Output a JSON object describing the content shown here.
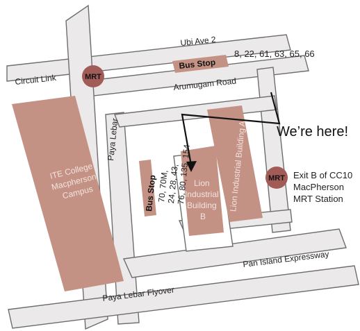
{
  "roads": {
    "ubi_ave_2": "Ubi Ave 2",
    "circuit_link": "Circuit Link",
    "arumugam_road": "Arumugam Road",
    "paya_lebar": "Paya Lebar",
    "pan_island_expressway": "Pan Island Expressway",
    "paya_lebar_flyover": "Paya Lebar Flyover"
  },
  "buildings": {
    "ite_college": [
      "ITE College",
      "Macpherson",
      "Campus"
    ],
    "lion_b": [
      "Lion",
      "Industrial",
      "Building",
      "B"
    ],
    "lion_a": "Lion Industrial Building A"
  },
  "bus_stops": {
    "top": {
      "label": "Bus Stop",
      "services": "8, 22, 61, 63, 65, 66"
    },
    "left": {
      "label": "Bus Stop",
      "services": [
        "70, 70M,",
        "24, 28, 43,",
        "76, 80, 135, 154"
      ]
    }
  },
  "mrt": {
    "label": "MRT",
    "station_info": [
      "Exit B of CC10",
      "MacPherson",
      "MRT Station"
    ]
  },
  "marker": {
    "text": "We’re here!"
  },
  "colors": {
    "building": "#c49285",
    "road": "#ebe9e9",
    "mrt": "#a25c58",
    "outline": "#6d6d6d"
  }
}
